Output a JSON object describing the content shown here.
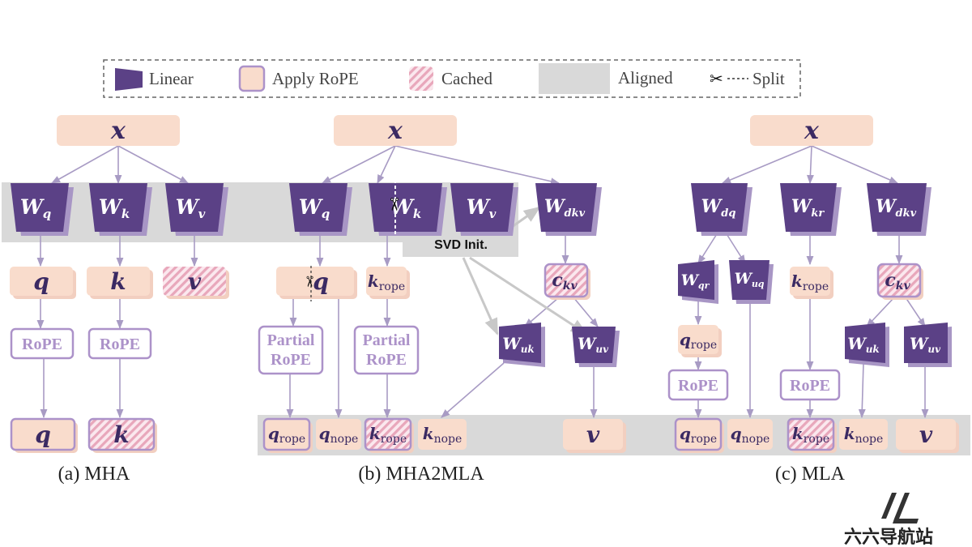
{
  "legend": {
    "linear": "Linear",
    "rope": "Apply RoPE",
    "cached": "Cached",
    "aligned": "Aligned",
    "split": "Split"
  },
  "captions": {
    "a": "(a) MHA",
    "b": "(b) MHA2MLA",
    "c": "(c) MLA"
  },
  "labels": {
    "x": "x",
    "Wq_main": "W",
    "Wq_sub": "q",
    "Wk_main": "W",
    "Wk_sub": "k",
    "Wv_main": "W",
    "Wv_sub": "v",
    "Wdkv_main": "W",
    "Wdkv_sub": "dkv",
    "Wdq_main": "W",
    "Wdq_sub": "dq",
    "Wkr_main": "W",
    "Wkr_sub": "kr",
    "Wqr_main": "W",
    "Wqr_sub": "qr",
    "Wuq_main": "W",
    "Wuq_sub": "uq",
    "Wuk_main": "W",
    "Wuk_sub": "uk",
    "Wuv_main": "W",
    "Wuv_sub": "uv",
    "q": "q",
    "k": "k",
    "v": "v",
    "ckv_main": "c",
    "ckv_sub": "kv",
    "qrope_main": "q",
    "qrope_sub": "rope",
    "qnope_main": "q",
    "qnope_sub": "nope",
    "krope_main": "k",
    "krope_sub": "rope",
    "knope_main": "k",
    "knope_sub": "nope",
    "rope": "RoPE",
    "partial_rope_1": "Partial",
    "partial_rope_2": "RoPE",
    "svd_init": "SVD Init."
  },
  "watermark": {
    "text": "六六导航站"
  },
  "colors": {
    "linear": "#5b4186",
    "linear_shadow": "#a896c5",
    "rope_fill": "#f9dccc",
    "rope_border": "#ac92c9",
    "cached_stripe": "#e8a7bb",
    "aligned": "#d9d9d9",
    "arrow": "#a89bc4"
  }
}
